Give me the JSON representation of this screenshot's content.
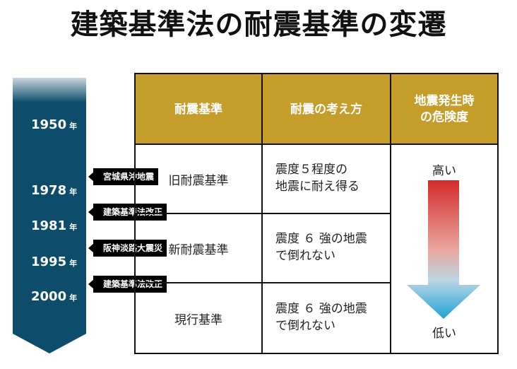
{
  "title": "建築基準法の耐震基準の変遷",
  "timeline": {
    "years": [
      {
        "year": "1950",
        "unit": "年"
      },
      {
        "year": "1978",
        "unit": "年"
      },
      {
        "year": "1981",
        "unit": "年"
      },
      {
        "year": "1995",
        "unit": "年"
      },
      {
        "year": "2000",
        "unit": "年"
      }
    ],
    "events": [
      "宮城県沖地震",
      "建築基準法改正",
      "阪神淡路大震災",
      "建築基準法改正"
    ],
    "colors": {
      "bar": "#0d4d6b",
      "bar_top": "#c9d6de"
    }
  },
  "table": {
    "headers": [
      "耐震基準",
      "耐震の考え方",
      "地震発生時\nの危険度"
    ],
    "rows": [
      {
        "standard": "旧耐震基準",
        "concept_line1": "震度５程度の",
        "concept_line2": "地震に耐え得る"
      },
      {
        "standard": "新耐震基準",
        "concept_line1": "震度 ６ 強の地震",
        "concept_line2": "で倒れない"
      },
      {
        "standard": "現行基準",
        "concept_line1": "震度 ６ 強の地震",
        "concept_line2": "で倒れない"
      }
    ],
    "risk": {
      "high": "高い",
      "low": "低い"
    },
    "colors": {
      "header": "#c59d2a",
      "risk_high": "#d42a2a",
      "risk_low": "#1fa3d6"
    }
  }
}
